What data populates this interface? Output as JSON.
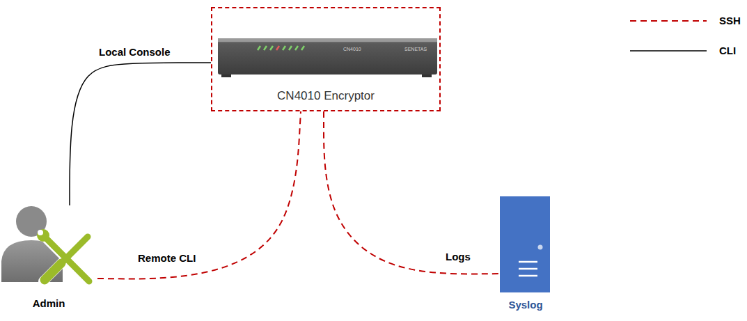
{
  "diagram": {
    "nodes": [
      {
        "text": [
          "CN4010 Encryptor"
        ]
      },
      {
        "text": [
          "Admin"
        ]
      },
      {
        "text": [
          "Syslog"
        ]
      }
    ],
    "edges": [
      {
        "from": 1,
        "to": 0,
        "arrow": "none",
        "label": "Local Console"
      },
      {
        "from": 1,
        "to": 0,
        "arrow": "none",
        "label": "Remote CLI"
      },
      {
        "from": 0,
        "to": 2,
        "arrow": "none",
        "label": "Logs"
      }
    ],
    "labels": [
      "CN4010",
      "SENETAS"
    ],
    "legend": [
      {
        "text": "SSH"
      },
      {
        "text": "CLI"
      }
    ]
  }
}
